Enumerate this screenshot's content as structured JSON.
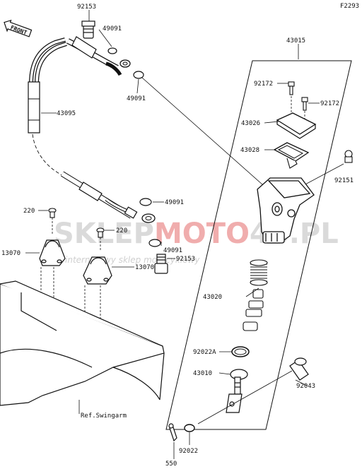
{
  "figure_code": "F2293",
  "front_label": "FRONT",
  "watermark": {
    "part1": "SKLEP",
    "part2": "MOTO",
    "part3": "48.PL",
    "subtitle": "internetowy sklep motocyklowy"
  },
  "labels": {
    "l92153a": "92153",
    "l49091a": "49091",
    "l49091b": "49091",
    "l43015": "43015",
    "l43095": "43095",
    "l92172a": "92172",
    "l92172b": "92172",
    "l43026": "43026",
    "l43028": "43028",
    "l92151": "92151",
    "l49091c": "49091",
    "l220a": "220",
    "l220b": "220",
    "l13070a": "13070",
    "l13070b": "13070",
    "l49091d": "49091",
    "l92153b": "92153",
    "l43020": "43020",
    "l92022A": "92022A",
    "l43010": "43010",
    "l92043": "92043",
    "l92022": "92022",
    "l550": "550",
    "ref_swingarm": "Ref.Swingarm"
  }
}
